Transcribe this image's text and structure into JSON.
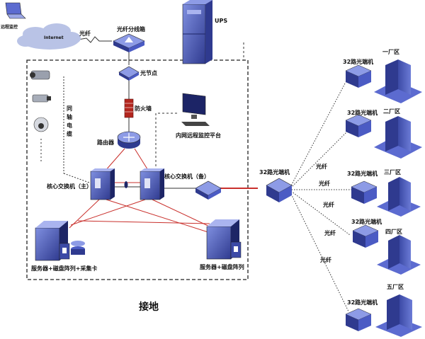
{
  "labels": {
    "remote_monitor": "远程监控",
    "internet": "Internet",
    "fiber_top": "光纤",
    "fiber_distributor": "光纤分线箱",
    "ups": "UPS",
    "fiber_node": "光节点",
    "firewall": "防火墙",
    "coax_1": "同",
    "coax_2": "轴",
    "coax_3": "电",
    "coax_4": "缆",
    "router": "路由器",
    "intranet_platform": "内网远程监控平台",
    "core_switch_main": "核心交换机（主）",
    "core_switch_backup": "核心交换机（备）",
    "server_left": "服务器+磁盘阵列+采集卡",
    "server_right": "服务器+磁盘阵列",
    "ground": "接地",
    "optical_transceiver_32": "32路光端机"
  },
  "plants": [
    {
      "name": "一厂区",
      "transceiver": "32路光端机",
      "fiber": ""
    },
    {
      "name": "二厂区",
      "transceiver": "32路光端机",
      "fiber": "光纤"
    },
    {
      "name": "三厂区",
      "transceiver": "32路光端机",
      "fiber": "光纤"
    },
    {
      "name": "四厂区",
      "transceiver": "32路光端机",
      "fiber": "光纤"
    },
    {
      "name": "五厂区",
      "transceiver": "32路光端机",
      "fiber": "光纤"
    }
  ],
  "extra_fiber_label": "光纤",
  "colors": {
    "device_dark": "#2f3a8f",
    "device_mid": "#4b5bc4",
    "device_light": "#8d9be6",
    "cloud": "#b9c3e6",
    "link_red": "#c9302c",
    "firewall_red": "#b3261e",
    "border": "#222222"
  }
}
